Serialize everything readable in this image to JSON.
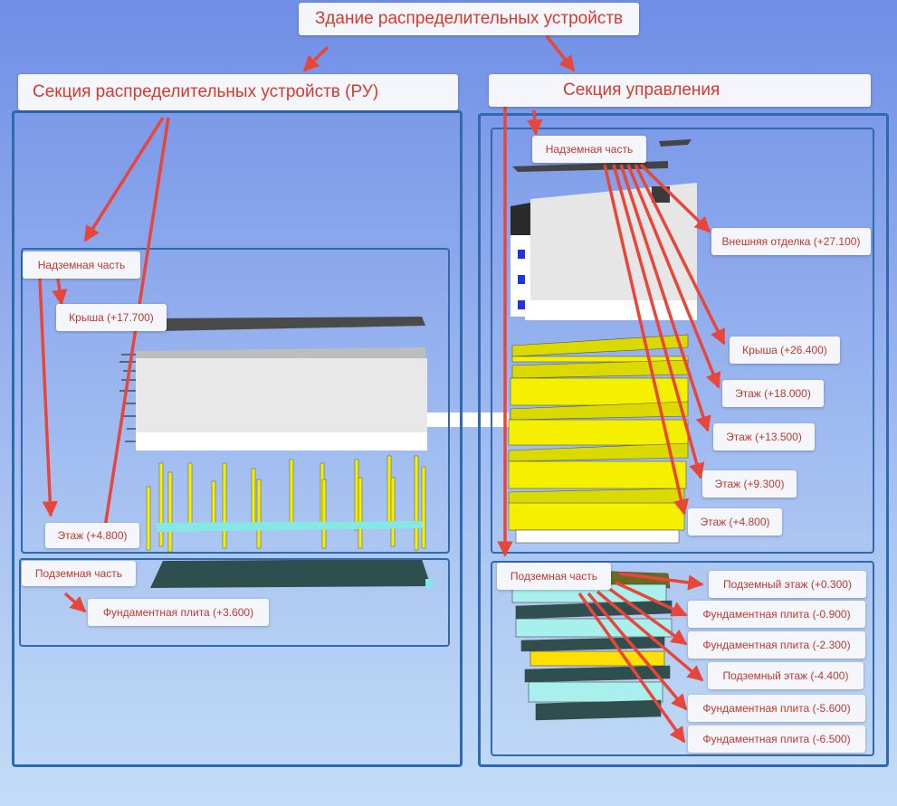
{
  "title": "Здание распределительных устройств",
  "section_ru": {
    "title": "Секция распределительных устройств (РУ)",
    "above": "Надземная часть",
    "roof": "Крыша (+17.700)",
    "floor": "Этаж (+4.800)",
    "below": "Подземная часть",
    "foundation": "Фундаментная плита (+3.600)"
  },
  "section_ctrl": {
    "title": "Секция управления",
    "above": "Надземная часть",
    "above_items": [
      "Внешняя отделка (+27.100)",
      "Крыша (+26.400)",
      "Этаж (+18.000)",
      "Этаж (+13.500)",
      "Этаж (+9.300)",
      "Этаж (+4.800)"
    ],
    "below": "Подземная часть",
    "below_items": [
      "Подземный этаж (+0.300)",
      "Фундаментная плита (-0.900)",
      "Фундаментная плита (-2.300)",
      "Подземный этаж (-4.400)",
      "Фундаментная плита (-5.600)",
      "Фундаментная плита (-6.500)"
    ]
  },
  "colors": {
    "label_text": "#d63a2b",
    "frame": "#2f6aae",
    "arrow": "#e8463a",
    "slab_yellow": "#f5f000",
    "slab_cyan": "#a8f0ee",
    "wall_white": "#ececec"
  }
}
